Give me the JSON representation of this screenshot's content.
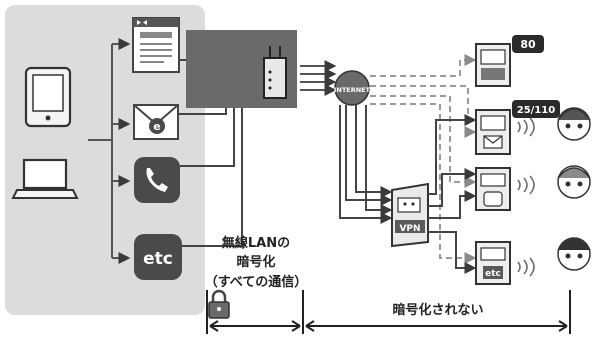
{
  "labels": {
    "internet": "INTERNET",
    "vpn": "VPN",
    "etc_service": "etc",
    "etc_server": "etc",
    "port_http": "80",
    "port_mail": "25/110",
    "lan_line1": "無線LANの",
    "lan_line2": "暗号化",
    "lan_line3": "（すべての通信）",
    "unencrypted": "暗号化されない"
  },
  "colors": {
    "panel": "#dcdcdc",
    "router_box": "#6a6a6a",
    "line_dark": "#3a3a3a",
    "line_dashed": "#9a9a9a",
    "icon_bg": "#4a4a4a"
  }
}
